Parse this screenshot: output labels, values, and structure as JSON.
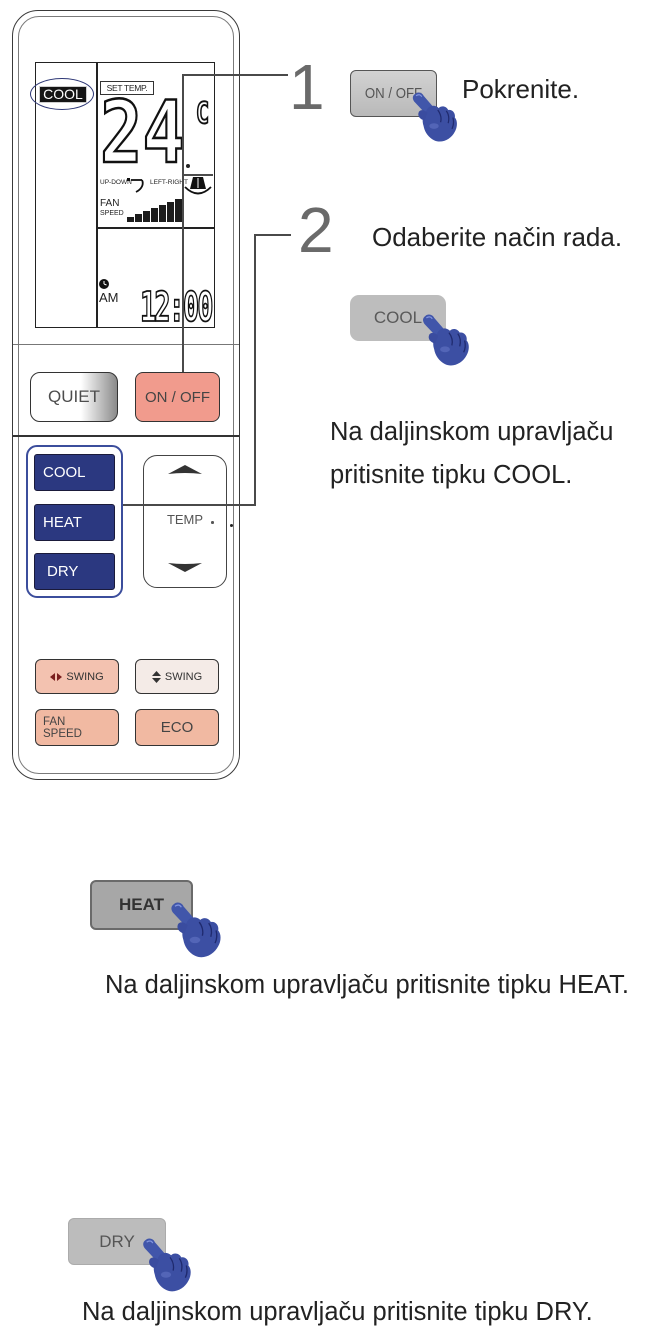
{
  "remote": {
    "lcd": {
      "mode": "COOL",
      "set_temp_label": "SET TEMP.",
      "temperature": "24",
      "temp_unit": "C",
      "updown_label": "UP-DOWN",
      "leftright_label": "LEFT-RIGHT",
      "fan_label": "FAN",
      "speed_label": "SPEED",
      "fan_speed_level": 7,
      "ampm": "AM",
      "time": "12:00"
    },
    "buttons": {
      "quiet": "QUIET",
      "on_off": "ON / OFF",
      "cool": "COOL",
      "heat": "HEAT",
      "dry": "DRY",
      "temp": "TEMP",
      "swing_left_right": "SWING",
      "swing_up_down": "SWING",
      "fan_speed_line1": "FAN",
      "fan_speed_line2": "SPEED",
      "eco": "ECO"
    }
  },
  "step1": {
    "number": "1",
    "button_label": "ON / OFF",
    "instruction": "Pokrenite."
  },
  "step2": {
    "number": "2",
    "instruction": "Odaberite način rada.",
    "cool": {
      "button_label": "COOL",
      "line1": "Na daljinskom upravljaču",
      "line2": "pritisnite tipku COOL."
    },
    "heat": {
      "button_label": "HEAT",
      "text": "Na daljinskom upravljaču pritisnite tipku HEAT."
    },
    "dry": {
      "button_label": "DRY",
      "text": "Na daljinskom upravljaču pritisnite tipku DRY."
    }
  },
  "icons": {
    "pointer": "pointing-hand-icon",
    "clock": "clock-icon",
    "lcd_swing": "swing-up-down-icon",
    "lcd_vent": "vent-icon",
    "swing_lr": "left-right-arrows-icon",
    "swing_ud": "up-down-arrows-icon",
    "temp_up": "temp-up-arrow-icon",
    "temp_down": "temp-down-arrow-icon"
  },
  "colors": {
    "mode_button_blue": "#2b3880",
    "on_off_button": "#f19b8d",
    "salmon_button": "#f1b9a2",
    "hand_blue": "#3c4fa3",
    "callout_button_gray": "#bdbdbd"
  }
}
